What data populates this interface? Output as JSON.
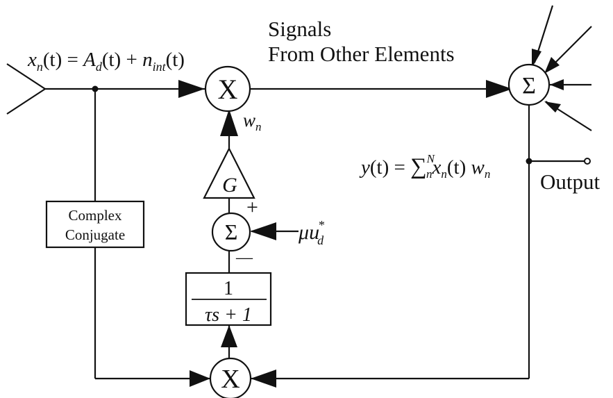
{
  "input_equation": {
    "x": "x",
    "x_sub": "n",
    "arg1": "(t) = ",
    "A": "A",
    "A_sub": "d",
    "arg2": "(t) + ",
    "n": "n",
    "n_sub": "int",
    "arg3": "(t)"
  },
  "signals_label": {
    "line1": "Signals",
    "line2": "From Other Elements"
  },
  "multiplier_symbol": "X",
  "summer_symbol": "Σ",
  "weight_label": {
    "w": "w",
    "sub": "n"
  },
  "gain_label": "G",
  "feedback_plus": "+",
  "feedback_minus": "—",
  "reference_label": {
    "mu": "μ",
    "u": "u",
    "sup": "*",
    "sub": "d"
  },
  "filter_label": {
    "numerator": "1",
    "denominator": "τs + 1"
  },
  "conjugate_label": {
    "line1": "Complex",
    "line2": "Conjugate"
  },
  "output_equation": {
    "y": "y",
    "arg": "(t) = ",
    "sum": "∑",
    "sum_sup": "N",
    "sum_sub": "n",
    "x": "x",
    "x_sub": "n",
    "targ": "(t) ",
    "w": "w",
    "w_sub": "n"
  },
  "output_label": "Output"
}
